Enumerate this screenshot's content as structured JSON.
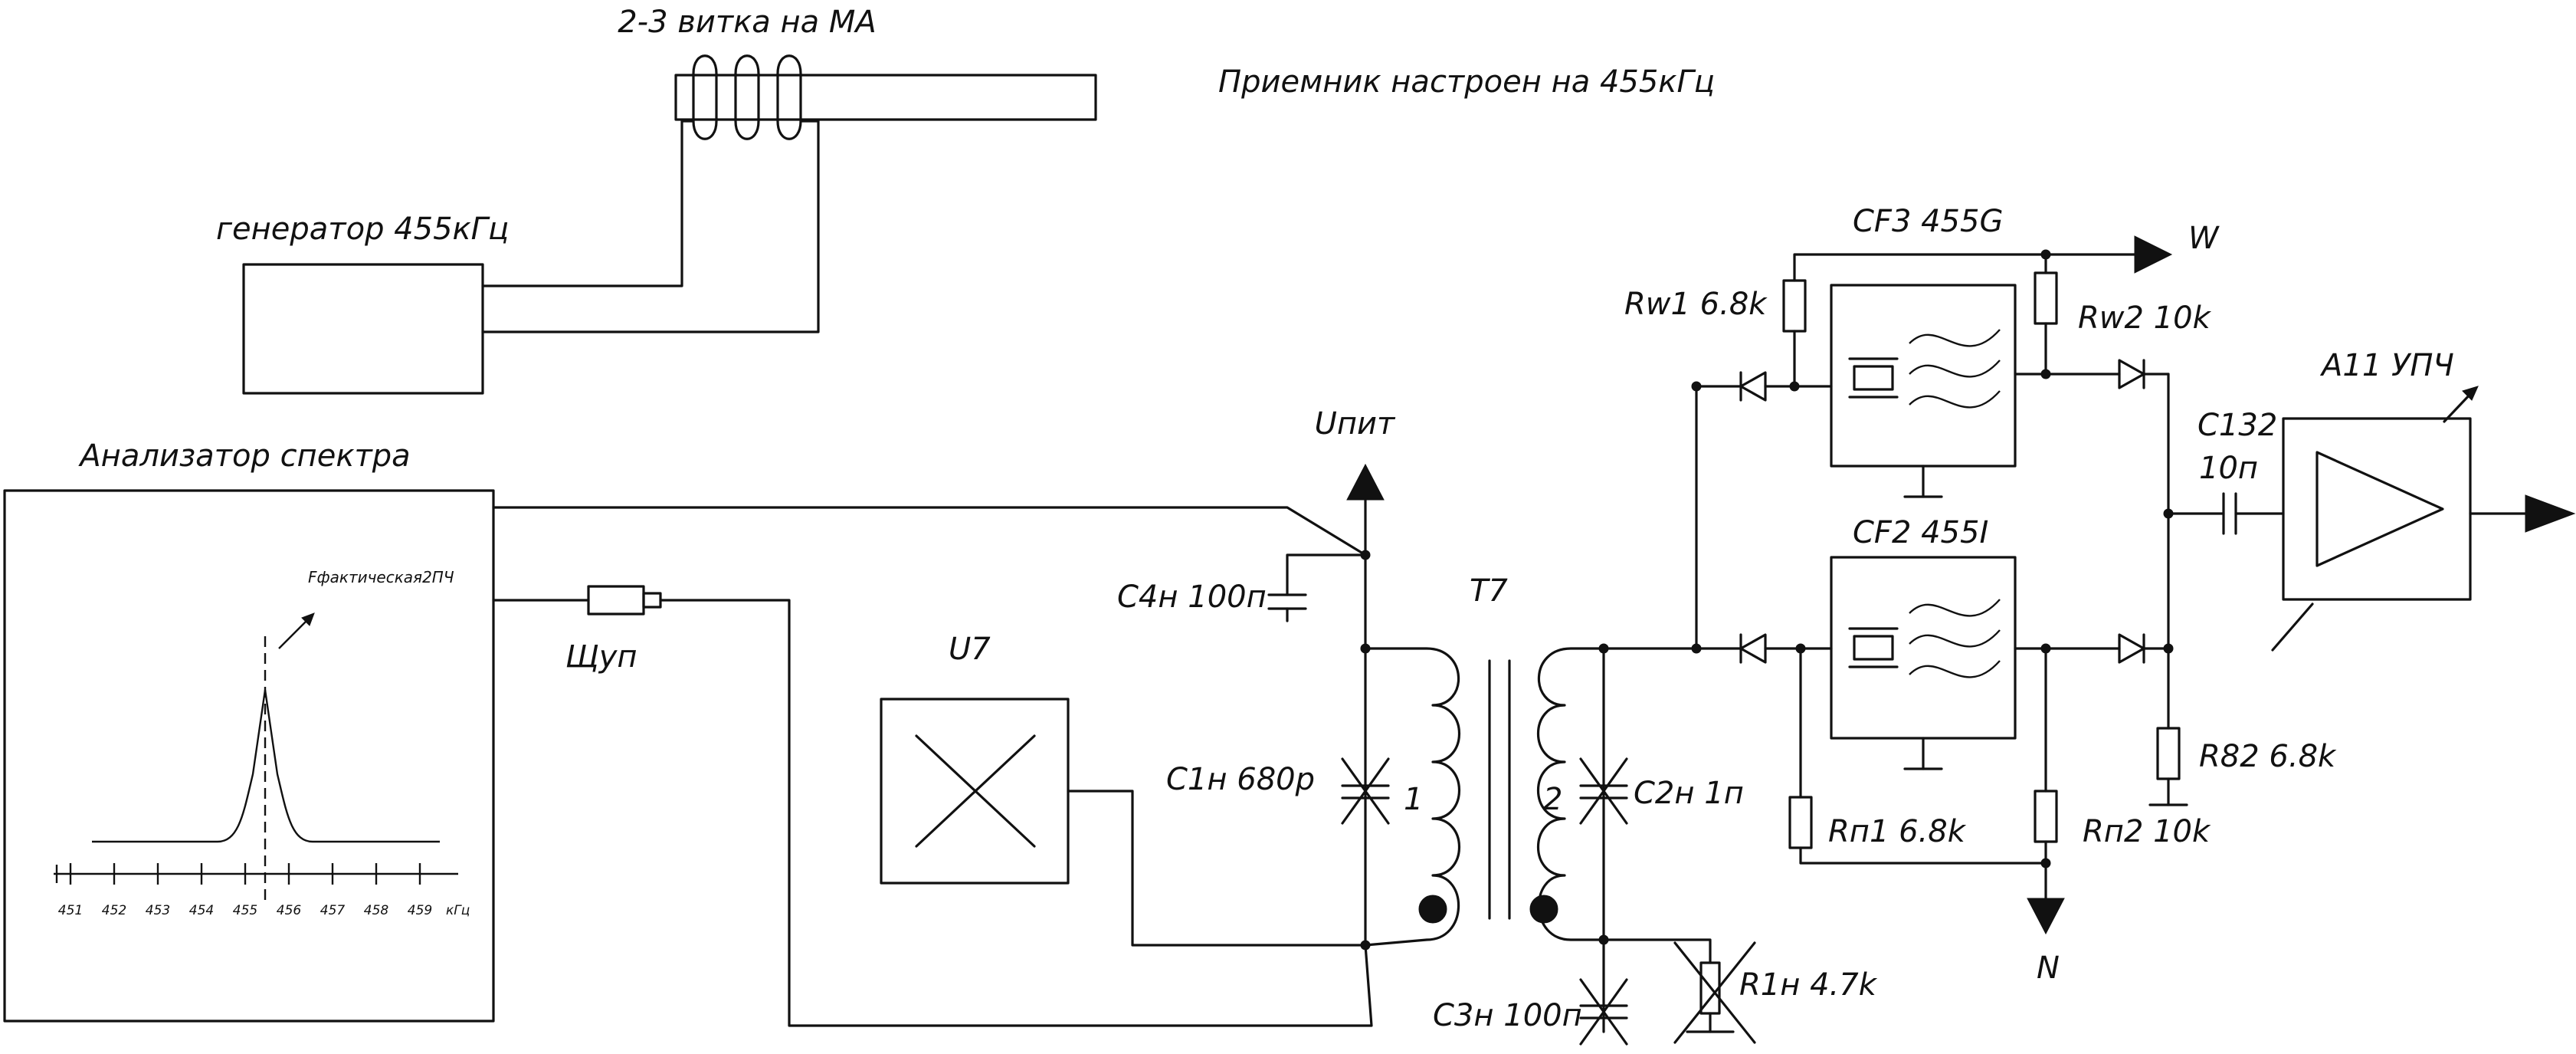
{
  "labels": {
    "coil_note": "2-3 витка на МА",
    "receiver_note": "Приемник настроен на 455кГц",
    "generator": "генератор 455кГц",
    "analyzer": "Анализатор спектра",
    "probe": "Щуп",
    "supply": "Uпит",
    "u7": "U7",
    "t7": "T7",
    "winding1": "1",
    "winding2": "2",
    "c4": "С4н 100п",
    "c1": "С1н 680р",
    "c2": "С2н 1п",
    "c3": "С3н 100п",
    "r1": "R1н 4.7k",
    "cf3": "CF3 455G",
    "cf2": "CF2 455I",
    "rw1": "Rw1 6.8k",
    "rw2": "Rw2 10k",
    "rn1": "Rп1 6.8k",
    "rn2": "Rп2 10k",
    "r82": "R82 6.8k",
    "c132_a": "C132",
    "c132_b": "10п",
    "a11": "A11 УПЧ",
    "out_w": "W",
    "out_n": "N",
    "peak_label": "Fфактическая2ПЧ"
  },
  "spectrum": {
    "ticks": [
      "451",
      "452",
      "453",
      "454",
      "455",
      "456",
      "457",
      "458",
      "459"
    ],
    "unit": "кГц",
    "peak_at": 455.2
  }
}
